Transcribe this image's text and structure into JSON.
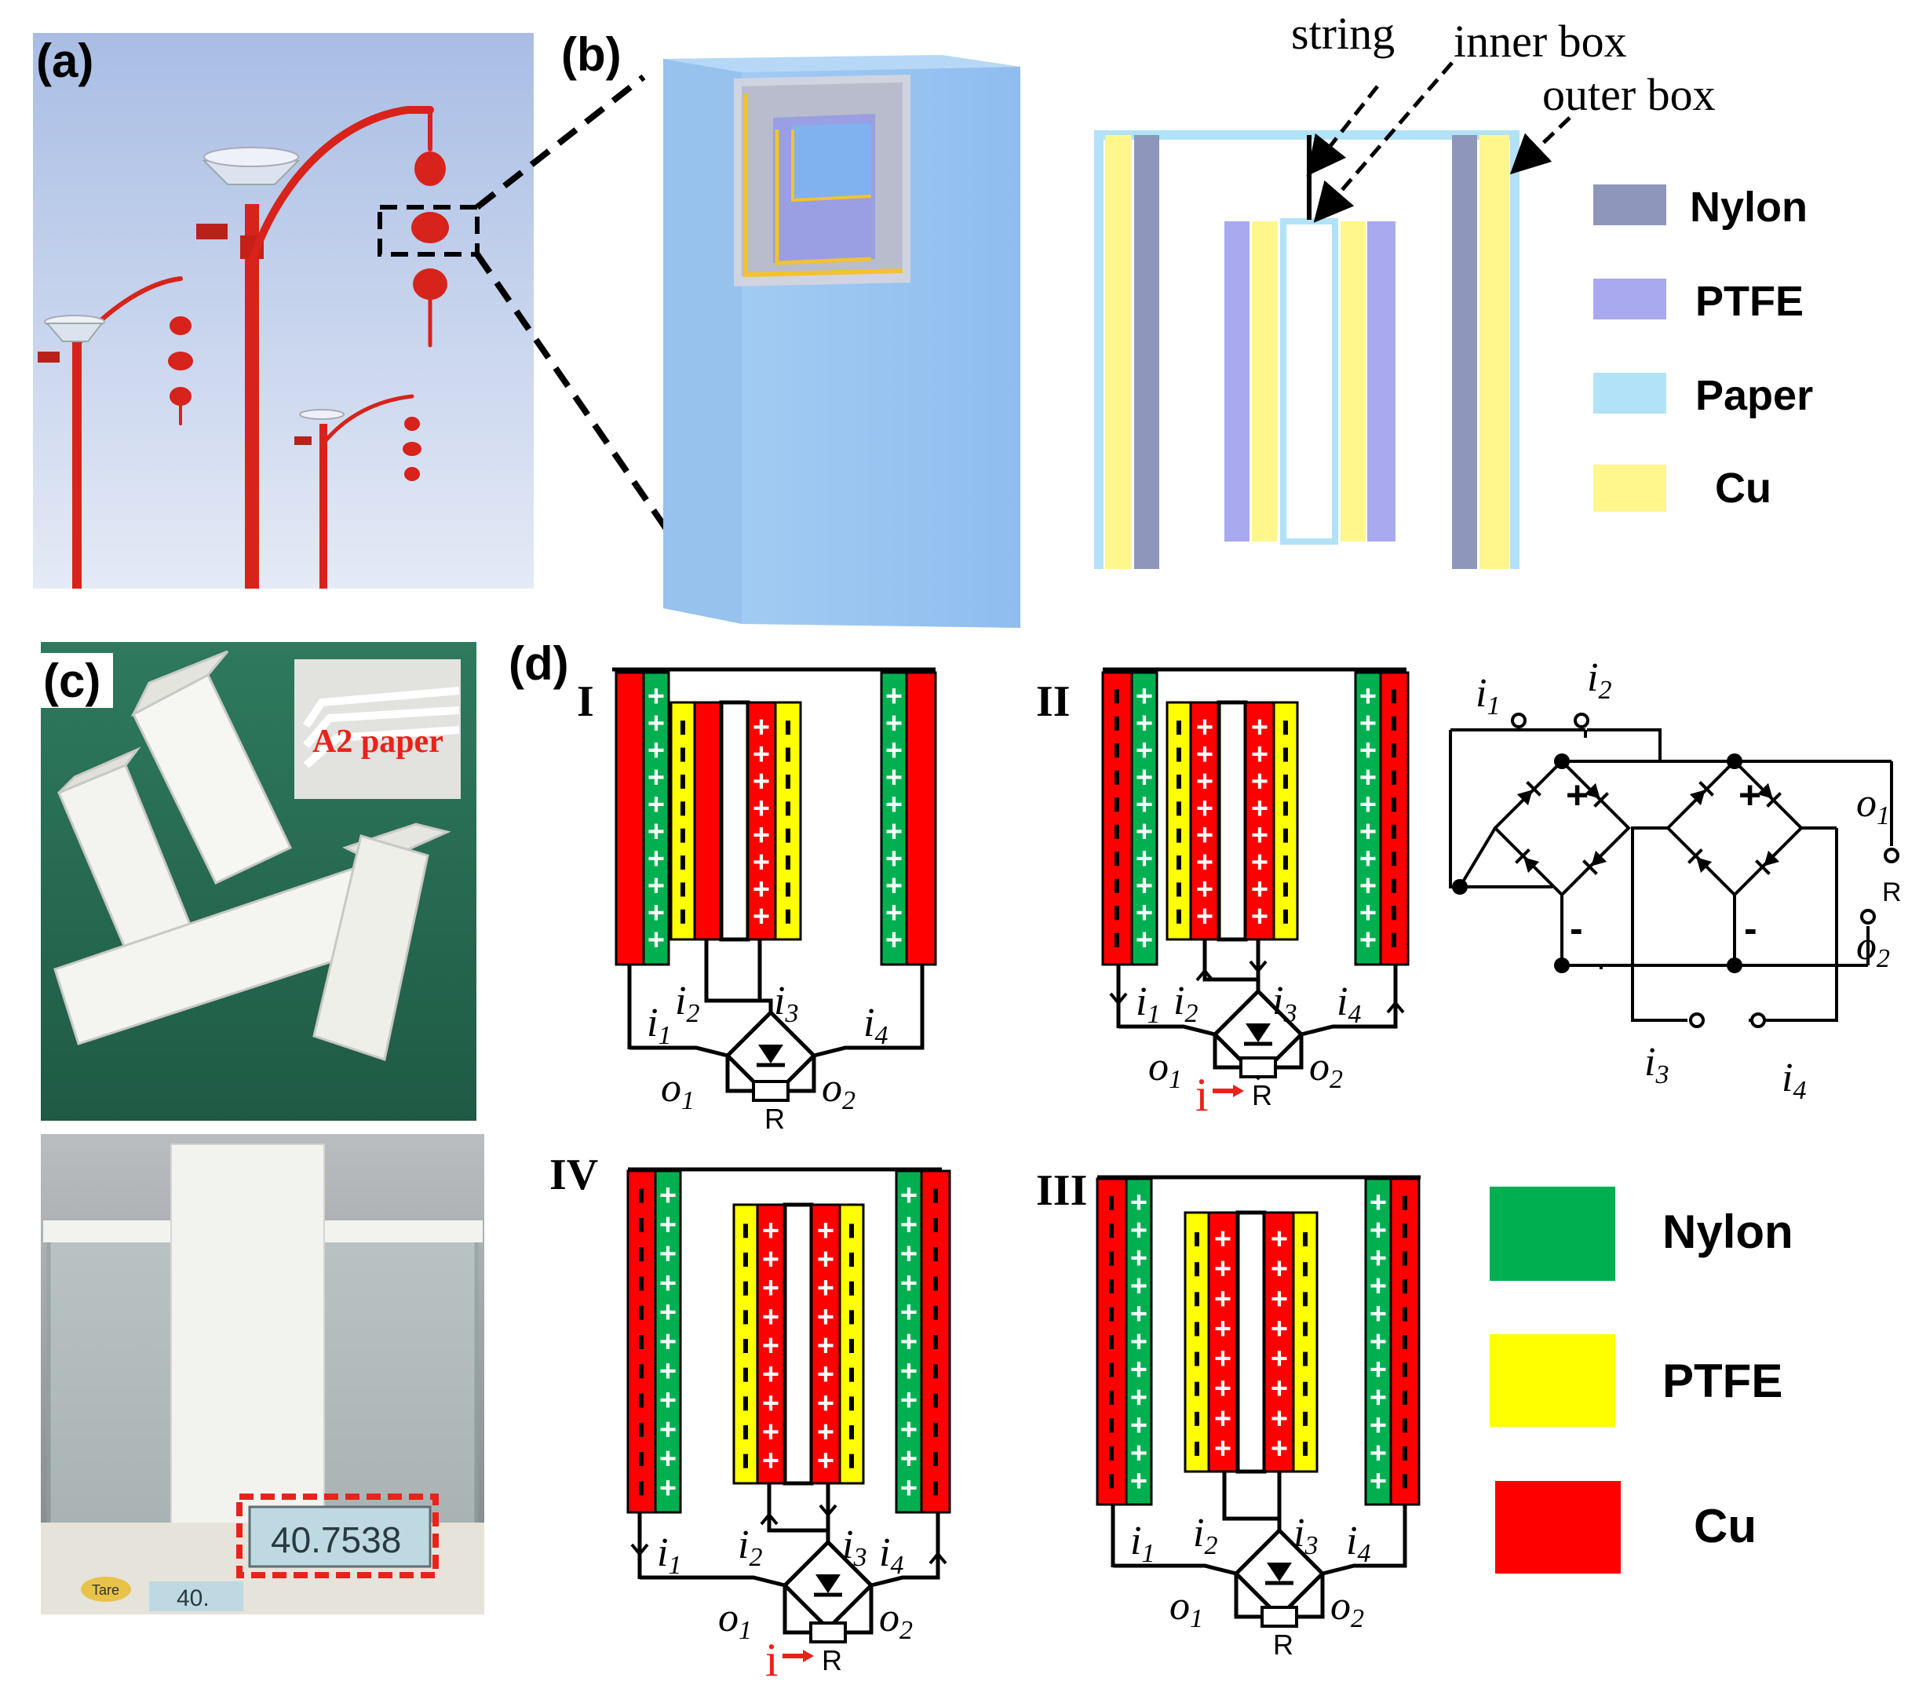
{
  "panel_labels": {
    "a": "(a)",
    "b": "(b)",
    "c": "(c)",
    "d": "(d)"
  },
  "panel_b": {
    "callouts": {
      "string": "string",
      "inner_box": "inner box",
      "outer_box": "outer box"
    },
    "legend": [
      {
        "label": "Nylon",
        "color": "#8E96BC"
      },
      {
        "label": "PTFE",
        "color": "#A9A9F0"
      },
      {
        "label": "Paper",
        "color": "#B2E2F7"
      },
      {
        "label": "Cu",
        "color": "#FFF68C"
      }
    ]
  },
  "panel_c": {
    "inset_label": "A2 paper",
    "scale_reading": "40.7538",
    "scale_small": "40.",
    "tare": "Tare"
  },
  "panel_d": {
    "states": {
      "s1": "I",
      "s2": "II",
      "s3": "III",
      "s4": "IV"
    },
    "currents": {
      "i1": "i",
      "i2": "i",
      "i3": "i",
      "i4": "i",
      "sub1": "1",
      "sub2": "2",
      "sub3": "3",
      "sub4": "4"
    },
    "outputs": {
      "o": "o",
      "sub1": "1",
      "sub2": "2"
    },
    "resistor": "R",
    "current_flow": "i",
    "bridge": {
      "plus": "+",
      "minus": "-"
    },
    "charge": {
      "plus": "+",
      "minus": "-"
    },
    "legend": [
      {
        "label": "Nylon",
        "color": "#00B050"
      },
      {
        "label": "PTFE",
        "color": "#FFFF00"
      },
      {
        "label": "Cu",
        "color": "#FF0000"
      }
    ]
  },
  "colors": {
    "cu_red": "#FF0000",
    "nylon_green": "#00B050",
    "ptfe_yellow": "#FFFF00",
    "lamp_red": "#D7231B"
  }
}
